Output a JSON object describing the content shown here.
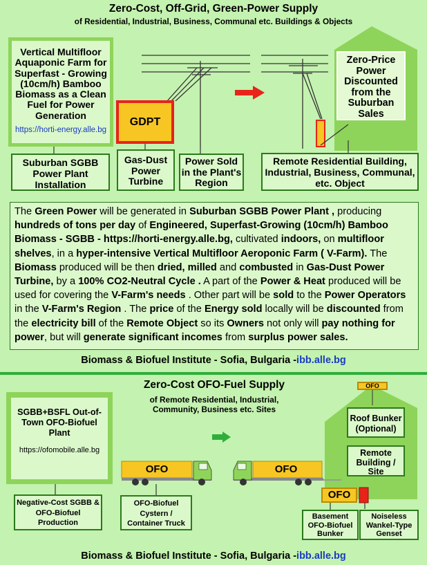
{
  "top": {
    "title": "Zero-Cost, Off-Grid, Green-Power Supply",
    "subtitle": "of Residential, Industrial, Business, Communal etc. Buildings & Objects",
    "farm_box": {
      "text": "Vertical Multifloor Aquaponic Farm for Superfast - Growing (10cm/h) Bamboo Biomass as a Clean Fuel for Power Generation",
      "link": "https://horti-energy.alle.bg"
    },
    "gdpt": "GDPT",
    "zero_price_box": "Zero-Price Power Discounted from the Suburban Sales",
    "labels": {
      "plant": "Suburban SGBB Power Plant Installation",
      "turbine": "Gas-Dust Power Turbine",
      "sold": "Power Sold in the Plant's Region",
      "remote": "Remote Residential Building, Industrial, Business, Communal, etc. Object"
    },
    "paragraph": [
      {
        "t": "The ",
        "b": false
      },
      {
        "t": "Green Power",
        "b": true
      },
      {
        "t": " will be generated in ",
        "b": false
      },
      {
        "t": "Suburban SGBB Power Plant ,",
        "b": true
      },
      {
        "t": " producing ",
        "b": false
      },
      {
        "t": "hundreds of  tons per day",
        "b": true
      },
      {
        "t": " of ",
        "b": false
      },
      {
        "t": "Engineered, Superfast-Growing (10cm/h) Bamboo Biomass - SGBB - https://horti-energy.alle.bg,",
        "b": true
      },
      {
        "t": " cultivated ",
        "b": false
      },
      {
        "t": "indoors,",
        "b": true
      },
      {
        "t": " on ",
        "b": false
      },
      {
        "t": "multifloor shelves",
        "b": true
      },
      {
        "t": ",  in a ",
        "b": false
      },
      {
        "t": "hyper-intensive Vertical Multifloor Aeroponic Farm ( V-Farm).",
        "b": true
      },
      {
        "t": " The ",
        "b": false
      },
      {
        "t": "Biomass",
        "b": true
      },
      {
        "t": " produced will be then ",
        "b": false
      },
      {
        "t": "dried, milled",
        "b": true
      },
      {
        "t": " and ",
        "b": false
      },
      {
        "t": "combusted",
        "b": true
      },
      {
        "t": " in ",
        "b": false
      },
      {
        "t": "Gas-Dust Power Turbine,",
        "b": true
      },
      {
        "t": " by a ",
        "b": false
      },
      {
        "t": "100% CO2-Neutral Cycle .",
        "b": true
      },
      {
        "t": " A part of the ",
        "b": false
      },
      {
        "t": "Power & Heat",
        "b": true
      },
      {
        "t": " produced will be used  for covering the ",
        "b": false
      },
      {
        "t": "V-Farm's needs",
        "b": true
      },
      {
        "t": " . Other part will be ",
        "b": false
      },
      {
        "t": "sold",
        "b": true
      },
      {
        "t": " to the ",
        "b": false
      },
      {
        "t": "Power Operators",
        "b": true
      },
      {
        "t": " in the ",
        "b": false
      },
      {
        "t": "V-Farm's Region",
        "b": true
      },
      {
        "t": " . The ",
        "b": false
      },
      {
        "t": "price",
        "b": true
      },
      {
        "t": " of the ",
        "b": false
      },
      {
        "t": "Energy sold",
        "b": true
      },
      {
        "t": " locally will be ",
        "b": false
      },
      {
        "t": "discounted",
        "b": true
      },
      {
        "t": " from the ",
        "b": false
      },
      {
        "t": "electricity bill",
        "b": true
      },
      {
        "t": " of the ",
        "b": false
      },
      {
        "t": "Remote Object",
        "b": true
      },
      {
        "t": " so its ",
        "b": false
      },
      {
        "t": "Owners",
        "b": true
      },
      {
        "t": " not only will ",
        "b": false
      },
      {
        "t": "pay nothing for power",
        "b": true
      },
      {
        "t": ", but will ",
        "b": false
      },
      {
        "t": "generate significant incomes",
        "b": true
      },
      {
        "t": " from ",
        "b": false
      },
      {
        "t": "surplus power sales.",
        "b": true
      }
    ],
    "footer_text": "Biomass & Biofuel Institute - Sofia, Bulgaria -",
    "footer_link": "ibb.alle.bg"
  },
  "bottom": {
    "title": "Zero-Cost OFO-Fuel Supply",
    "subtitle": "of Remote Residential, Industrial, Community, Business etc. Sites",
    "plant_box": {
      "text": "SGBB+BSFL Out-of-Town OFO-Biofuel Plant",
      "link": "https://ofomobile.alle.bg"
    },
    "truck_label": "OFO",
    "roof_tag": "OFO",
    "roof_bunker": "Roof Bunker (Optional)",
    "remote_site": "Remote Building / Site",
    "basement_tag": "OFO",
    "labels": {
      "negative": "Negative-Cost SGBB & OFO-Biofuel Production",
      "cystern": "OFO-Biofuel Cystern / Container Truck",
      "basement": "Basement OFO-Biofuel Bunker",
      "genset": "Noiseless Wankel-Type Genset"
    },
    "footer_text": "Biomass & Biofuel Institute - Sofia, Bulgaria -",
    "footer_link": "ibb.alle.bg"
  },
  "colors": {
    "background": "#c4f2b0",
    "box_fill": "#dbf8cb",
    "house_green": "#8ed45a",
    "ofo_yellow": "#f7c623",
    "arrow_red": "#e8231a",
    "divider_green": "#2fae3a",
    "link_blue": "#1a3cc0"
  }
}
